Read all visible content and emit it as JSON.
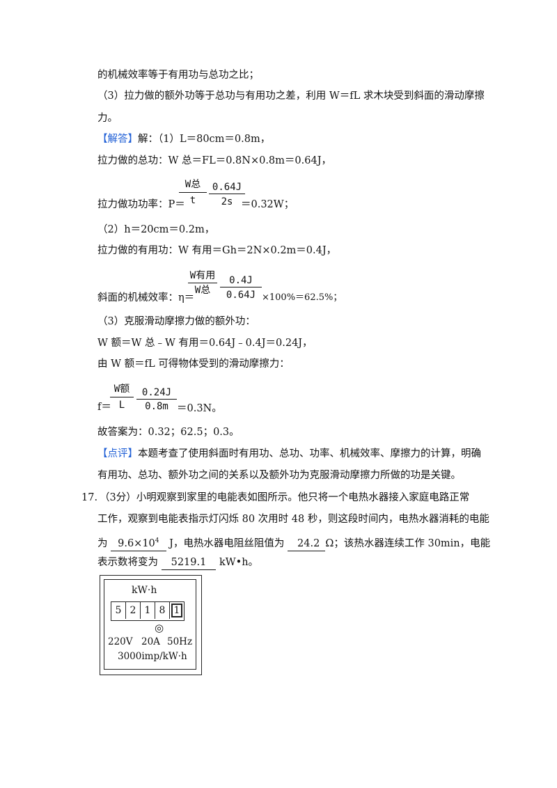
{
  "lines": {
    "l1": "的机械效率等于有用功与总功之比；",
    "l2": "（3）拉力做的额外功等于总功与有用功之差，利用 W＝fL 求木块受到斜面的滑动摩擦",
    "l3": "力。",
    "answer_tag": "【解答】",
    "answer_l1": "解：（1）L＝80cm＝0.8m，",
    "total_work": "拉力做的总功：W 总＝FL＝0.8N×0.8m＝0.64J，",
    "power_prefix": "拉力做功功率：P＝",
    "power_result": "＝0.32W；",
    "h_line": "（2）h＝20cm＝0.2m，",
    "useful_work": "拉力做的有用功：W 有用＝Gh＝2N×0.2m＝0.4J，",
    "eff_prefix": "斜面的机械效率：η＝",
    "eff_result": "×100%＝62.5%；",
    "extra_l1": "（3）克服滑动摩擦力做的额外功：",
    "extra_l2": "W 额＝W 总﹣W 有用＝0.64J﹣0.4J＝0.24J，",
    "extra_l3": "由 W 额＝fL 可得物体受到的滑动摩擦力：",
    "f_prefix": "f＝",
    "f_result": "＝0.3N。",
    "final_answer": "故答案为：0.32；62.5；0.3。",
    "comment_tag": "【点评】",
    "comment_l1": "本题考查了使用斜面时有用功、总功、功率、机械效率、摩擦力的计算，明确",
    "comment_l2": "有用功、总功、额外功之间的关系以及额外功为克服滑动摩擦力所做的功是关键。"
  },
  "fractions": {
    "power": {
      "num1": "W总",
      "den1": "t",
      "num2": "0.64J",
      "den2": "2s"
    },
    "efficiency": {
      "num1": "W有用",
      "den1": "W总",
      "num2": "0.4J",
      "den2": "0.64J"
    },
    "friction": {
      "num1": "W额",
      "den1": "L",
      "num2": "0.24J",
      "den2": "0.8m"
    }
  },
  "question": {
    "number": "17.",
    "q_l1": "（3分）小明观察到家里的电能表如图所示。他只将一个电热水器接入家庭电路正常",
    "q_l2": "工作，观察到电能表指示灯闪烁 80 次用时 48 秒，则这段时间内，电热水器消耗的电能",
    "q_l3_a": "为",
    "ans1_base": "9.6×10",
    "ans1_exp": "4",
    "q_l3_b": "J，电热水器电阻丝阻值为",
    "ans2": "24.2",
    "q_l3_c": "Ω；该热水器连续工作 30min，电能",
    "q_l4_a": "表示数将变为",
    "ans3": "5219.1",
    "q_l4_b": "kW•h。"
  },
  "meter": {
    "unit": "kW·h",
    "digits": [
      "5",
      "2",
      "1",
      "8",
      "1"
    ],
    "indicator": "◎",
    "voltage": "220V",
    "current": "20A",
    "frequency": "50Hz",
    "constant": "3000imp/kW·h"
  }
}
